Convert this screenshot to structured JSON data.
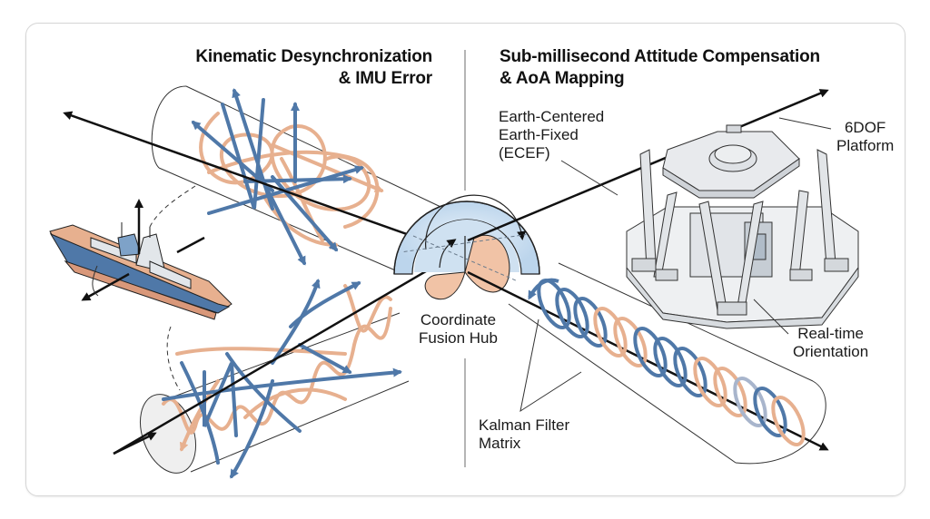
{
  "diagram": {
    "left_panel": {
      "title_line1": "Kinematic Desynchronization",
      "title_line2": "& IMU Error"
    },
    "right_panel": {
      "title_line1": "Sub-millisecond Attitude Compensation",
      "title_line2": "& AoA Mapping"
    },
    "labels": {
      "ecef_line1": "Earth-Centered",
      "ecef_line2": "Earth-Fixed",
      "ecef_line3": "(ECEF)",
      "platform_line1": "6DOF",
      "platform_line2": "Platform",
      "hub_line1": "Coordinate",
      "hub_line2": "Fusion Hub",
      "realtime_line1": "Real-time",
      "realtime_line2": "Orientation",
      "kalman_line1": "Kalman Filter",
      "kalman_line2": "Matrix"
    },
    "illustrations": {
      "ship": "naval-ship-icon",
      "platform": "hexapod-6dof-platform-icon",
      "hub": "coordinate-fusion-dial-icon",
      "chaotic_signals": "tangled-signal-paths",
      "ordered_helix": "helical-filtered-signal"
    },
    "colors": {
      "blue": "#4f78a8",
      "peach": "#e7b08f",
      "hub_blue": "#cfe1f1",
      "metal": "#e6e9ec",
      "axis": "#111111"
    }
  }
}
